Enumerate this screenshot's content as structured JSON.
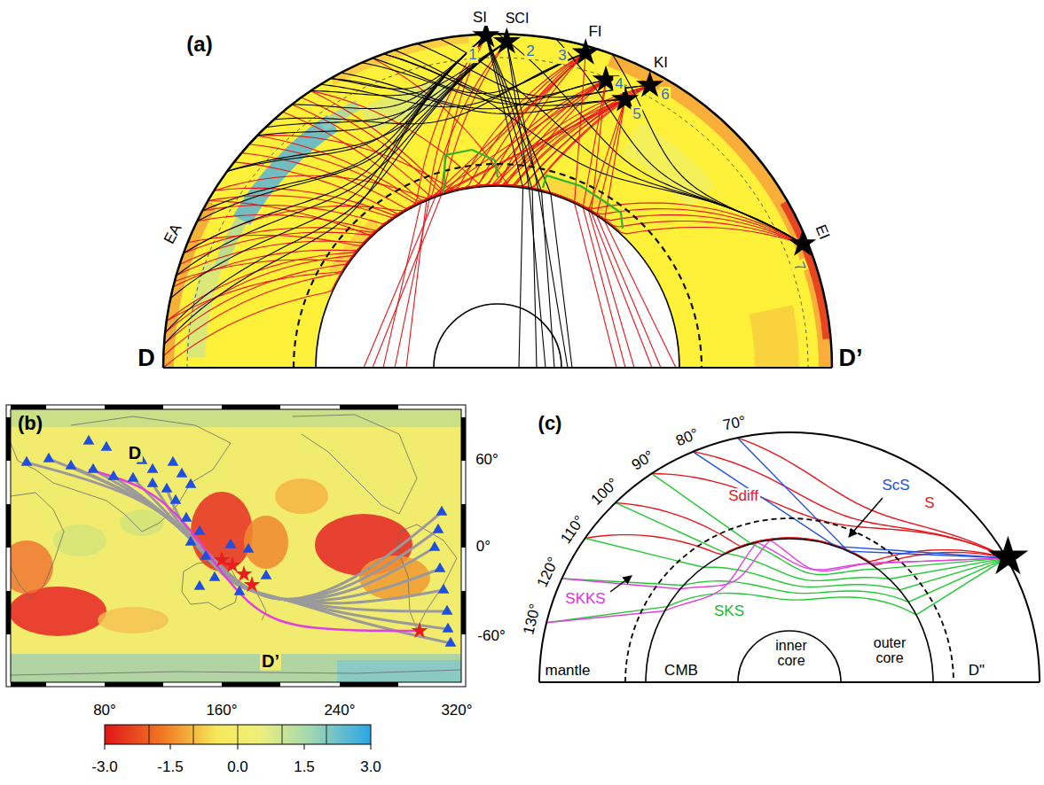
{
  "diagram": {
    "labels": [
      "(a)",
      "SI",
      "SCI",
      "FI",
      "KI",
      "1",
      "2",
      "3",
      "4",
      "6",
      "5",
      "EA",
      "EI",
      "7",
      "D",
      "D’",
      "(b)",
      "D",
      "D’",
      "60°",
      "0°",
      "-60°",
      "80°",
      "160°",
      "240°",
      "320°",
      "-3.0",
      "-1.5",
      "0.0",
      "1.5",
      "3.0",
      "(c)",
      "70°",
      "80°",
      "90°",
      "100°",
      "110°",
      "120°",
      "130°",
      "ScS",
      "S",
      "Sdiff",
      "SKKS",
      "SKS",
      "mantle",
      "CMB",
      "inner core",
      "outer core",
      "D\""
    ]
  }
}
